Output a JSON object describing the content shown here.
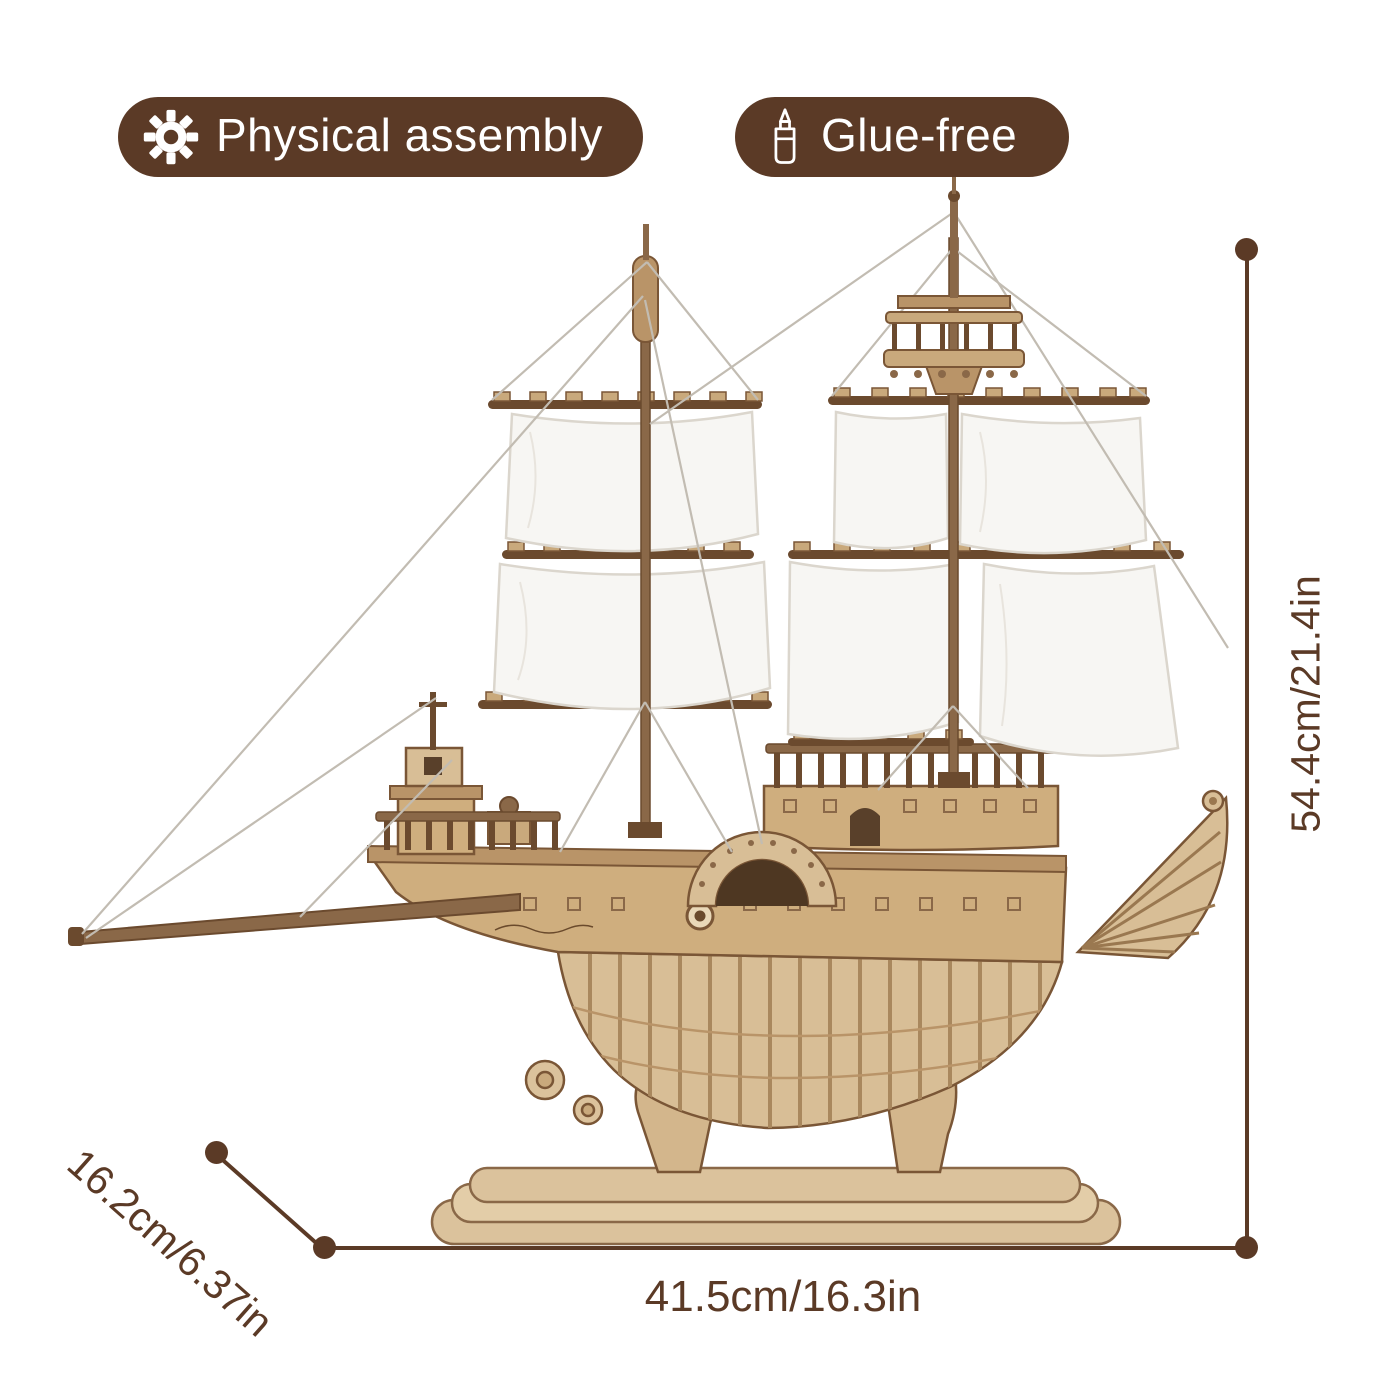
{
  "badges": [
    {
      "label": "Physical assembly",
      "icon": "gear-icon"
    },
    {
      "label": "Glue-free",
      "icon": "glue-bottle-icon"
    }
  ],
  "dimensions": {
    "height_label": "54.4cm/21.4in",
    "width_label": "41.5cm/16.3in",
    "depth_label": "16.2cm/6.37in"
  },
  "colors": {
    "accent_brown": "#5b3a26",
    "wood_light": "#dcc49c",
    "wood_mid": "#c9a97c",
    "wood_dark": "#8a6848",
    "outline_brown": "#7a5636",
    "sail_white": "#f7f6f3"
  },
  "illustration": {
    "subject": "wooden 3D puzzle sailing ship model on display stand"
  }
}
